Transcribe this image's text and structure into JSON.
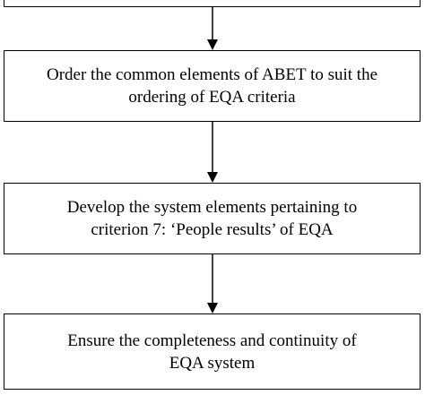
{
  "diagram": {
    "steps": [
      {
        "lines": []
      },
      {
        "lines": [
          "Order the common elements of ABET to suit the",
          "ordering of EQA criteria"
        ]
      },
      {
        "lines": [
          "Develop the system elements pertaining to",
          "criterion 7: ‘People results’ of EQA"
        ]
      },
      {
        "lines": [
          "Ensure the completeness and continuity of",
          "EQA system"
        ]
      }
    ],
    "line_color": "#000000"
  }
}
